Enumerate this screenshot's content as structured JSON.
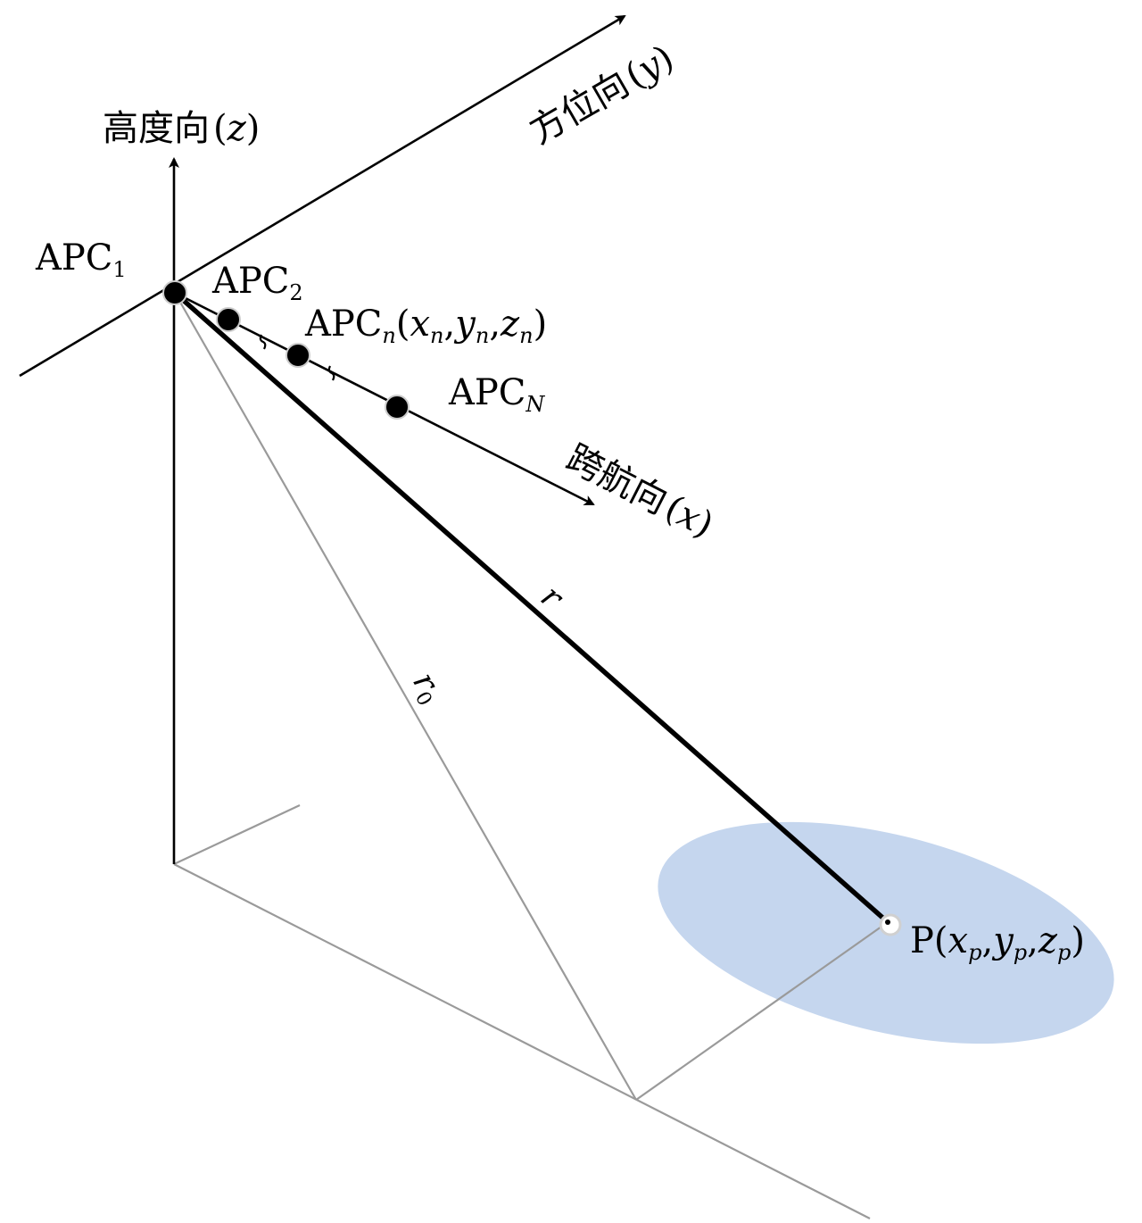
{
  "axes": {
    "z": {
      "name": "高度向",
      "var": "z"
    },
    "y": {
      "name": "方位向",
      "var": "y"
    },
    "x": {
      "name": "跨航向",
      "var": "x"
    }
  },
  "apc": {
    "base": "APC",
    "first_sub": "1",
    "second_sub": "2",
    "nth_sub": "n",
    "nth_coords": {
      "x": "x",
      "y": "y",
      "z": "z",
      "sub": "n"
    },
    "last_sub": "N"
  },
  "ranges": {
    "r": "r",
    "r0_base": "r",
    "r0_sub": "0"
  },
  "point": {
    "name": "P",
    "x": "x",
    "y": "y",
    "z": "z",
    "sub": "p"
  },
  "colors": {
    "line": "#000000",
    "projection": "#9a9a9a",
    "footprint": "#c5d6ee"
  }
}
